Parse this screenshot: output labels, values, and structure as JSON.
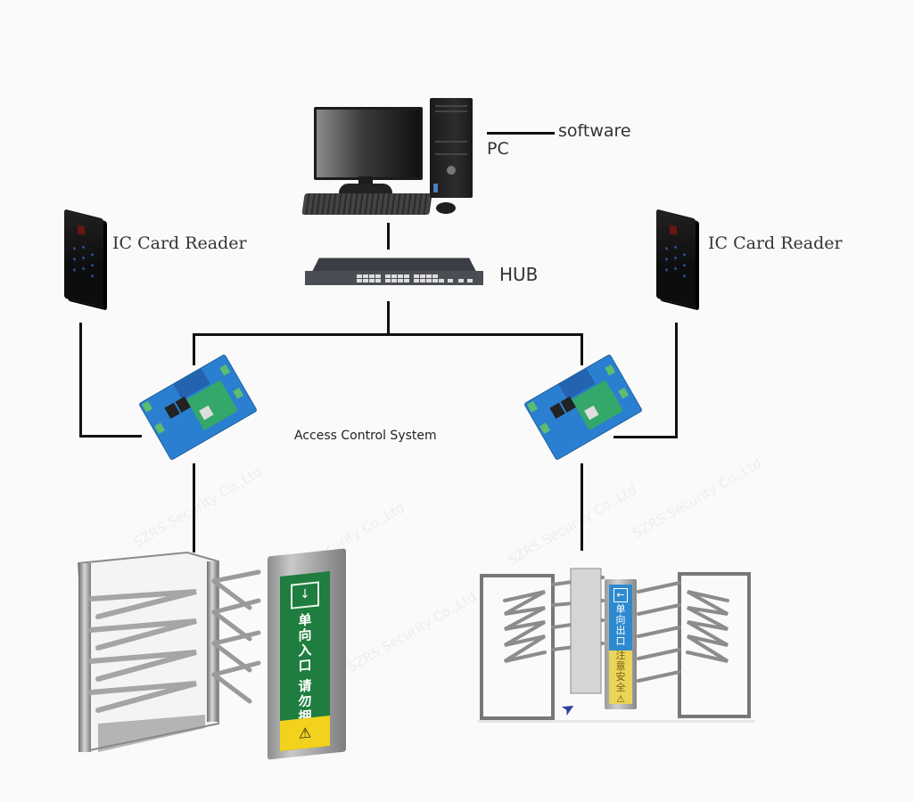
{
  "diagram": {
    "title": "Access control turnstile network topology",
    "nodes": {
      "pc": {
        "label": "PC",
        "annotation": "software"
      },
      "hub": {
        "label": "HUB"
      },
      "card_reader_left": {
        "label": "IC Card Reader"
      },
      "card_reader_right": {
        "label": "IC Card Reader"
      },
      "controller_left": {
        "label": ""
      },
      "controller_right": {
        "label": ""
      },
      "controllers_caption": "Access  Control System",
      "turnstile_left": {
        "label": "",
        "sign_text": "单向入口 请勿拥挤",
        "sign_line1": "单向入口",
        "sign_line2": "请勿拥挤",
        "sign_icon": "entry-arrow-down",
        "warning_icon": "⚠",
        "sign_color": "#1e7d3f"
      },
      "turnstile_right": {
        "label": "",
        "sign_line1": "单向出口",
        "sign_line2": "注意安全",
        "sign_icon": "←",
        "warning_icon": "⚠",
        "sign_color_top": "#2e8ad0",
        "sign_color_bottom": "#ead45a"
      }
    },
    "edges": [
      {
        "from": "pc",
        "to": "hub"
      },
      {
        "from": "pc",
        "to": "software"
      },
      {
        "from": "hub",
        "to": "controller_left"
      },
      {
        "from": "hub",
        "to": "controller_right"
      },
      {
        "from": "card_reader_left",
        "to": "controller_left"
      },
      {
        "from": "card_reader_right",
        "to": "controller_right"
      },
      {
        "from": "controller_left",
        "to": "turnstile_left"
      },
      {
        "from": "controller_right",
        "to": "turnstile_right"
      }
    ],
    "watermark": "SZRS Security Co.,Ltd"
  },
  "icons": {
    "entry_sign_symbol": "↓",
    "exit_sign_symbol": "←",
    "warning": "⚠",
    "direction_arrow": "➤"
  }
}
